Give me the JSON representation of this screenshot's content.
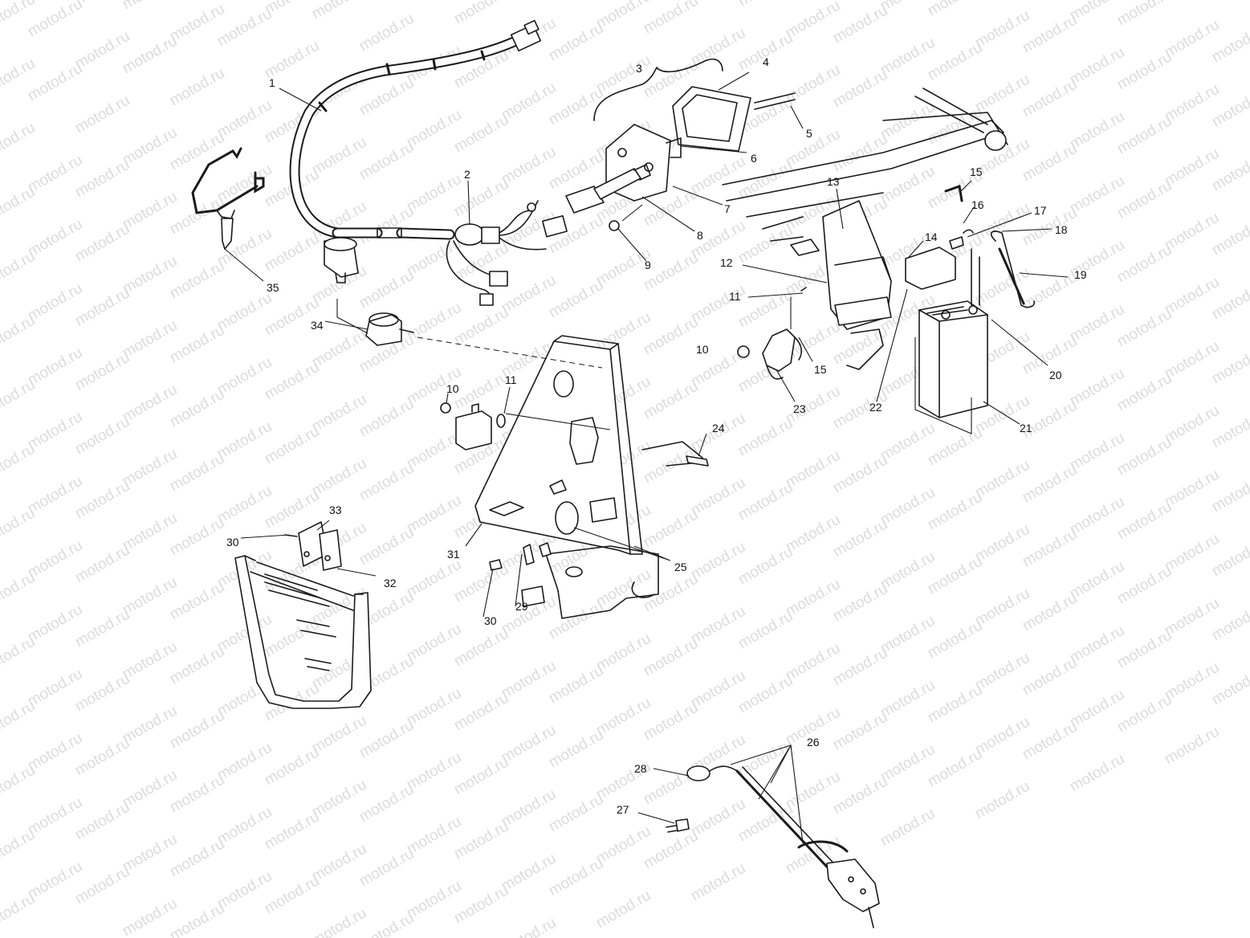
{
  "watermark": {
    "text": "motod.ru",
    "color": "#dcdcdc"
  },
  "colors": {
    "ink": "#1a1a1a",
    "background": "#ffffff"
  },
  "callouts": {
    "c1": "1",
    "c2": "2",
    "c3": "3",
    "c4": "4",
    "c5": "5",
    "c6": "6",
    "c7": "7",
    "c8": "8",
    "c9": "9",
    "c10a": "10",
    "c10b": "10",
    "c11a": "11",
    "c11b": "11",
    "c12": "12",
    "c13": "13",
    "c14": "14",
    "c15a": "15",
    "c15b": "15",
    "c16": "16",
    "c17": "17",
    "c18": "18",
    "c19": "19",
    "c20": "20",
    "c21": "21",
    "c22": "22",
    "c23": "23",
    "c24": "24",
    "c25": "25",
    "c26": "26",
    "c27": "27",
    "c28": "28",
    "c29": "29",
    "c30a": "30",
    "c30b": "30",
    "c31": "31",
    "c32": "32",
    "c33": "33",
    "c34": "34",
    "c35": "35"
  }
}
